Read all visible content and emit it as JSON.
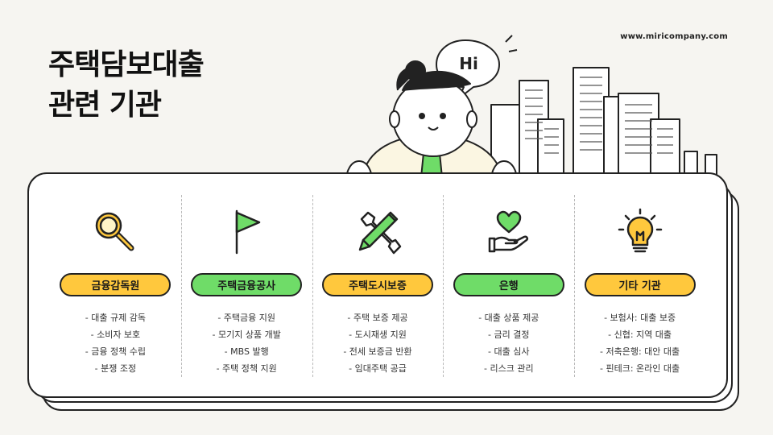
{
  "site_url": "www.miricompany.com",
  "title_lines": [
    "주택담보대출",
    "관련 기관"
  ],
  "speech_bubble": "Hi",
  "colors": {
    "yellow": "#ffc83d",
    "green": "#6fdc68",
    "outline": "#222222"
  },
  "institutions": [
    {
      "icon": "magnifier-icon",
      "label": "금융감독원",
      "color": "yellow",
      "items": [
        "- 대출 규제 감독",
        "- 소비자 보호",
        "- 금융 정책 수립",
        "- 분쟁 조정"
      ]
    },
    {
      "icon": "flag-icon",
      "label": "주택금융공사",
      "color": "green",
      "items": [
        "- 주택금융 지원",
        "- 모기지 상품 개발",
        "- MBS 발행",
        "- 주택 정책 지원"
      ]
    },
    {
      "icon": "tools-icon",
      "label": "주택도시보증",
      "color": "yellow",
      "items": [
        "- 주택 보증 제공",
        "- 도시재생 지원",
        "- 전세 보증금 반환",
        "- 임대주택 공급"
      ]
    },
    {
      "icon": "heart-hand-icon",
      "label": "은행",
      "color": "green",
      "items": [
        "- 대출 상품 제공",
        "- 금리 결정",
        "- 대출 심사",
        "- 리스크 관리"
      ]
    },
    {
      "icon": "lightbulb-icon",
      "label": "기타 기관",
      "color": "yellow",
      "items": [
        "- 보험사: 대출 보증",
        "- 신협: 지역 대출",
        "- 저축은행: 대안 대출",
        "- 핀테크: 온라인 대출"
      ]
    }
  ]
}
